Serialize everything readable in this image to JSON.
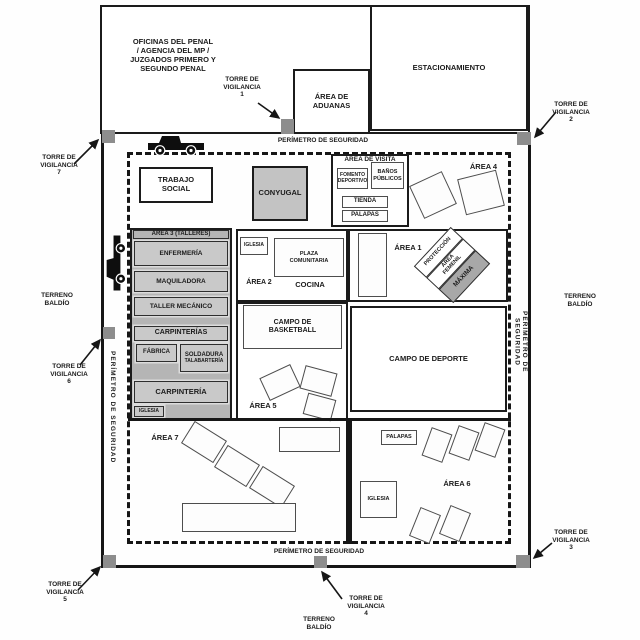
{
  "building": {
    "offices": "OFICINAS DEL PENAL\n/ AGENCIA DEL MP /\nJUZGADOS PRIMERO Y\nSEGUNDO PENAL",
    "aduanas": "ÁREA DE\nADUANAS",
    "estacionamiento": "ESTACIONAMIENTO"
  },
  "labels": {
    "perimetro": "PERÍMETRO DE SEGURIDAD",
    "terreno": "TERRENO\nBALDÍO"
  },
  "towers": {
    "t1": "TORRE DE\nVIGILANCIA\n1",
    "t2": "TORRE DE\nVIGILANCIA\n2",
    "t3": "TORRE DE\nVIGILANCIA\n3",
    "t4": "TORRE DE\nVIGILANCIA\n4",
    "t5": "TORRE DE\nVIGILANCIA\n5",
    "t6": "TORRE DE\nVIGILANCIA\n6",
    "t7": "TORRE DE\nVIGILANCIA\n7"
  },
  "zones": {
    "trabajo_social": "TRABAJO\nSOCIAL",
    "conyugal": "CONYUGAL",
    "visita": {
      "title": "ÁREA DE VISITA",
      "fomento": "FOMENTO\nDEPORTIVO",
      "banos": "BAÑOS\nPÚBLICOS",
      "tienda": "TIENDA",
      "palapas": "PALAPAS"
    },
    "area4": "ÁREA 4",
    "talleres": {
      "title": "ÁREA 3 (TALLERES)",
      "enfermeria": "ENFERMERÍA",
      "maquiladora": "MAQUILADORA",
      "taller_mecanico": "TALLER MECÁNICO",
      "carpinterias": "CARPINTERÍAS",
      "fabrica": "FÁBRICA",
      "soldadura": "SOLDADURA",
      "talabarteria": "TALABARTERÍA",
      "carpinteria": "CARPINTERÍA",
      "iglesia": "IGLESIA"
    },
    "centro": {
      "iglesia": "IGLESIA",
      "plaza": "PLAZA\nCOMUNITARIA",
      "area2": "ÁREA 2",
      "cocina": "COCINA"
    },
    "area1": {
      "label": "ÁREA 1",
      "proteccion": "PROTECCIÓN",
      "femenil": "ÁREA\nFEMENIL",
      "maxima": "MÁXIMA"
    },
    "basketball": "CAMPO DE\nBASKETBALL",
    "area5": "ÁREA 5",
    "deporte": "CAMPO DE DEPORTE",
    "area7": "ÁREA 7",
    "area6": {
      "label": "ÁREA 6",
      "palapas": "PALAPAS",
      "iglesia": "IGLESIA"
    }
  },
  "colors": {
    "wall": "#161616",
    "tower": "#8d8d8d",
    "panel_gray": "#b5b5b5",
    "inner_box_gray": "#c9c9c9",
    "conyugal_gray": "#c3c3c3",
    "maxima_gray": "#a8a8a8",
    "background": "#ffffff"
  }
}
